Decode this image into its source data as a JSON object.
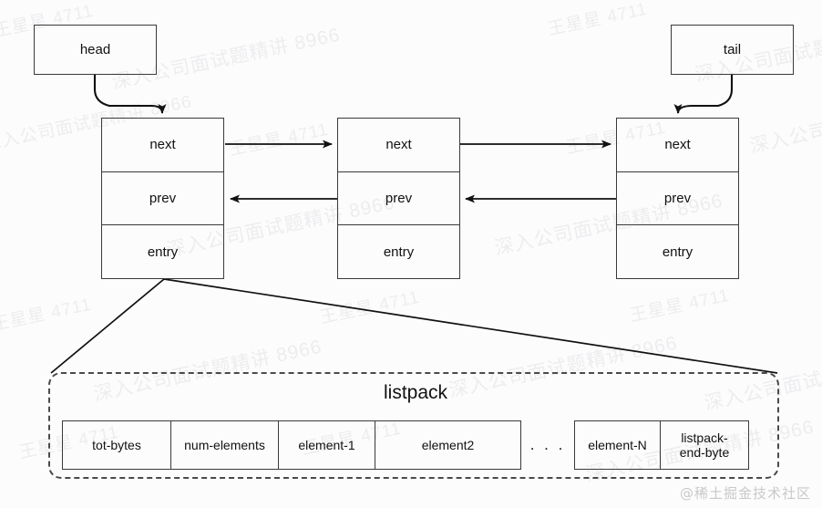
{
  "diagram": {
    "title": "quicklist node chain with listpack",
    "background_color": "#fcfcfc",
    "stroke_color": "#3a3a3a",
    "text_color": "#111111"
  },
  "pointers": [
    {
      "id": "head",
      "label": "head"
    },
    {
      "id": "tail",
      "label": "tail"
    }
  ],
  "nodes": [
    {
      "id": "node-1",
      "cells": [
        {
          "label": "next"
        },
        {
          "label": "prev"
        },
        {
          "label": "entry"
        }
      ]
    },
    {
      "id": "node-2",
      "cells": [
        {
          "label": "next"
        },
        {
          "label": "prev"
        },
        {
          "label": "entry"
        }
      ]
    },
    {
      "id": "node-3",
      "cells": [
        {
          "label": "next"
        },
        {
          "label": "prev"
        },
        {
          "label": "entry"
        }
      ]
    }
  ],
  "listpack": {
    "title": "listpack",
    "ellipsis": ". . .",
    "fields_left": [
      {
        "label": "tot-bytes",
        "width": 118
      },
      {
        "label": "num-elements",
        "width": 118
      },
      {
        "label": "element-1",
        "width": 106
      },
      {
        "label": "element2",
        "width": 160
      }
    ],
    "fields_right": [
      {
        "label": "element-N",
        "width": 93
      },
      {
        "label": "listpack-\nend-byte",
        "width": 97
      }
    ]
  },
  "watermark": {
    "text_a": "王星星 4711",
    "text_b": "深入公司面试题精讲 8966",
    "color": "#ededf0"
  },
  "credit": {
    "text": "@稀土掘金技术社区"
  }
}
